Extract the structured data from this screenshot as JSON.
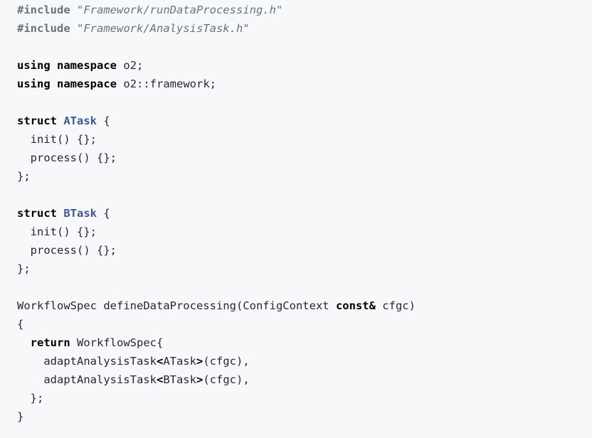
{
  "colors": {
    "background": "#f6f8fa",
    "text": "#24292e",
    "preprocessor": "#6a737d",
    "string": "#6a737d",
    "keyword": "#000000",
    "type_name": "#445588"
  },
  "code": {
    "include_directive": "#include",
    "include_1": "\"Framework/runDataProcessing.h\"",
    "include_2": "\"Framework/AnalysisTask.h\"",
    "kw_using": "using",
    "kw_namespace": "namespace",
    "ns_1": "o2;",
    "ns_2": "o2::framework;",
    "kw_struct": "struct",
    "struct_a": "ATask",
    "struct_b": "BTask",
    "open_brace": "{",
    "init_line": "init() {};",
    "process_line": "process() {};",
    "close_struct": "};",
    "fn_return_type": "WorkflowSpec",
    "fn_name": "defineDataProcessing(ConfigContext",
    "kw_const_ref": "const&",
    "fn_param": "cfgc)",
    "fn_open": "{",
    "kw_return": "return",
    "ret_type": "WorkflowSpec{",
    "adapt_fn": "adaptAnalysisTask",
    "lt": "<",
    "gt": ">",
    "template_a": "ATask",
    "template_b": "BTask",
    "call_args": "(cfgc),",
    "ret_close": "};",
    "fn_close": "}"
  }
}
